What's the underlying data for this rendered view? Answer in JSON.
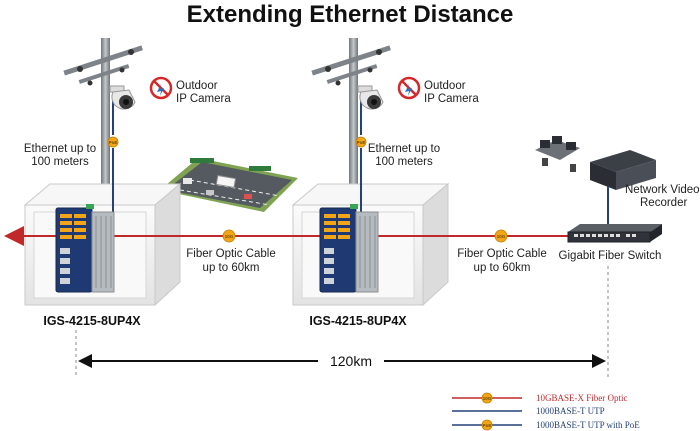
{
  "title": "Extending Ethernet Distance",
  "cameras": [
    {
      "label_line1": "Outdoor",
      "label_line2": "IP Camera"
    },
    {
      "label_line1": "Outdoor",
      "label_line2": "IP Camera"
    }
  ],
  "ethernet_notes": [
    {
      "line1": "Ethernet up to",
      "line2": "100 meters"
    },
    {
      "line1": "Ethernet up to",
      "line2": "100 meters"
    }
  ],
  "fiber_links": [
    {
      "line1": "Fiber Optic Cable",
      "line2": "up to 60km"
    },
    {
      "line1": "Fiber Optic Cable",
      "line2": "up to 60km"
    }
  ],
  "switch_models": [
    "IGS-4215-8UP4X",
    "IGS-4215-8UP4X"
  ],
  "nvr": {
    "line1": "Network Video",
    "line2": "Recorder"
  },
  "gigabit_switch": {
    "label": "Gigabit Fiber Switch"
  },
  "total_distance": "120km",
  "badges": {
    "fiber": "10G",
    "poe": "PoE"
  },
  "legend": [
    {
      "label": "10GBASE-X Fiber Optic",
      "color": "#c0282a",
      "badge": "10G"
    },
    {
      "label": "1000BASE-T UTP",
      "color": "#24417a",
      "badge": ""
    },
    {
      "label": "1000BASE-T UTP with PoE",
      "color": "#24417a",
      "badge": "PoE"
    }
  ],
  "colors": {
    "fiber_line": "#c0282a",
    "utp_line": "#24417a",
    "badge_fill": "#f2a516",
    "pole": "#8e9499",
    "enclosure": "#f1f1f1",
    "switch_body": "#1f3a73"
  }
}
